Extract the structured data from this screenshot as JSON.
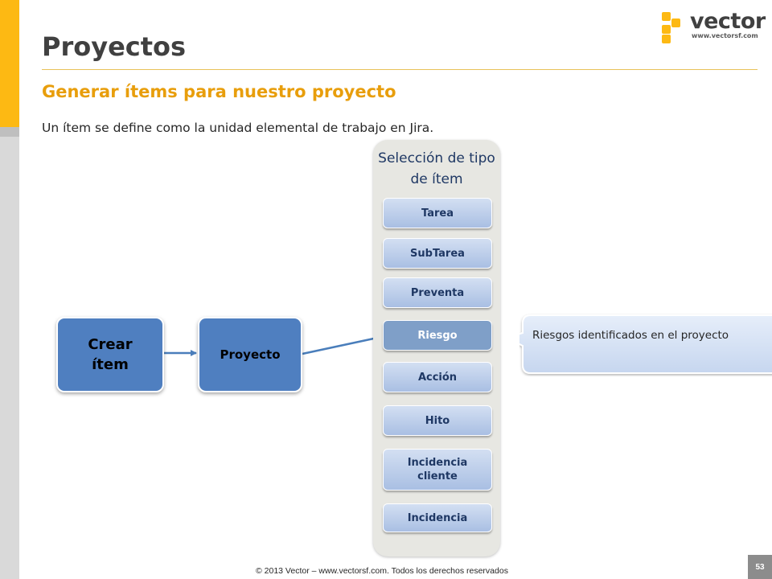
{
  "slide": {
    "title": "Proyectos",
    "subtitle": "Generar ítems para nuestro proyecto",
    "intro": "Un ítem se define como la unidad elemental de trabajo en Jira."
  },
  "logo": {
    "word": "vector",
    "url": "www.vectorsf.com",
    "color": "#FDB913"
  },
  "diagram": {
    "start_label": "Crear ítem",
    "project_label": "Proyecto",
    "panel_title": "Selección de tipo de ítem",
    "item_types": [
      "Tarea",
      "SubTarea",
      "Preventa",
      "Riesgo",
      "Acción",
      "Hito",
      "Incidencia cliente",
      "Incidencia"
    ],
    "selected_type": "Riesgo",
    "callout_text": "Riesgos identificados en el proyecto"
  },
  "footer": {
    "copyright": "© 2013 Vector – www.vectorsf.com. Todos los derechos reservados",
    "page_number": "53"
  },
  "colors": {
    "accent_yellow": "#FDB913",
    "subtitle_orange": "#E89E0C",
    "flow_box_blue": "#4F7FC0",
    "selected_item_blue": "#7F9FC8",
    "connector_blue": "#4A7EBB"
  }
}
